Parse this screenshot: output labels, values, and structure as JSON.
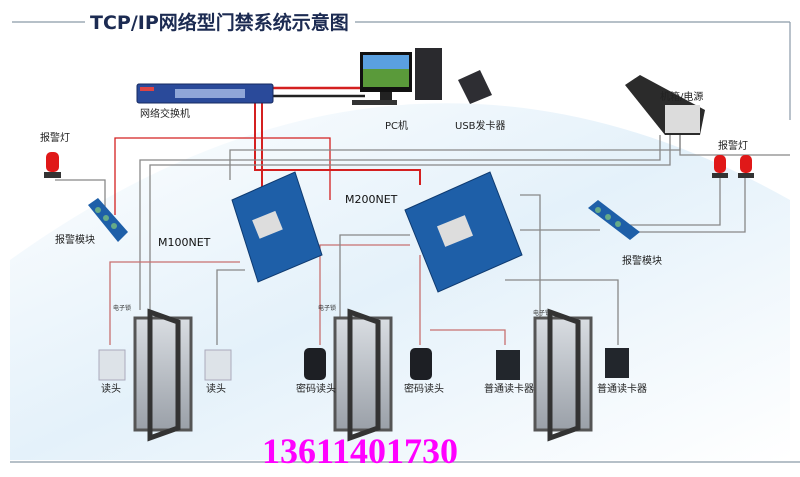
{
  "title": "TCP/IP网络型门禁系统示意图",
  "devices": {
    "switch": "网络交换机",
    "pc": "PC机",
    "usb_reader": "USB发卡器",
    "cabinet": "机箱/电源",
    "alarm_lamp_left": "报警灯",
    "alarm_module_left": "报警模块",
    "alarm_lamp_right": "报警灯",
    "alarm_module_right": "报警模块",
    "controller_1": "M100NET",
    "controller_2": "M200NET"
  },
  "locks": [
    "电子锁",
    "电子锁",
    "电子锁"
  ],
  "readers": [
    "读头",
    "读头",
    "密码读头",
    "密码读头",
    "普通读卡器",
    "普通读卡器"
  ],
  "phone": "13611401730",
  "colors": {
    "title": "#1c2b52",
    "phone": "#ff00ff",
    "wire_red": "#d42020",
    "board": "#1e5fa8"
  }
}
